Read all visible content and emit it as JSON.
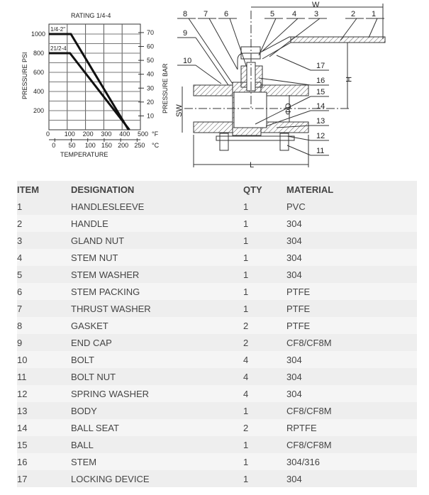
{
  "chart_data": {
    "type": "line",
    "title": "RATING 1/4-4",
    "xlabel": "TEMPERATURE",
    "ylabel": "PRESSURE PSI",
    "y2label": "PRESSURE BAR",
    "xlim": [
      0,
      500
    ],
    "ylim": [
      0,
      1100
    ],
    "x_ticks": [
      "0",
      "100",
      "200",
      "300",
      "400",
      "500"
    ],
    "x_unit": "°F",
    "x2_ticks": [
      "0",
      "50",
      "100",
      "150",
      "200",
      "250"
    ],
    "x2_unit": "°C",
    "y_ticks": [
      "200",
      "400",
      "600",
      "800",
      "1000"
    ],
    "y2_ticks": [
      "10",
      "20",
      "30",
      "40",
      "50",
      "60",
      "70"
    ],
    "grid": true,
    "series": [
      {
        "name": "1/4-2\"",
        "x": [
          0,
          120,
          435
        ],
        "y": [
          1000,
          1000,
          0
        ]
      },
      {
        "name": "21/2-4",
        "x": [
          0,
          115,
          440
        ],
        "y": [
          800,
          800,
          0
        ]
      }
    ]
  },
  "diagram": {
    "callouts": [
      "1",
      "2",
      "3",
      "4",
      "5",
      "6",
      "7",
      "8",
      "9",
      "10",
      "11",
      "12",
      "13",
      "14",
      "15",
      "16",
      "17"
    ],
    "dimensions": {
      "w": "W",
      "h": "H",
      "l": "L",
      "sw": "SW",
      "d": "ΦD"
    }
  },
  "table": {
    "headers": [
      "ITEM",
      "DESIGNATION",
      "QTY",
      "MATERIAL"
    ],
    "rows": [
      [
        "1",
        "HANDLESLEEVE",
        "1",
        "PVC"
      ],
      [
        "2",
        "HANDLE",
        "1",
        "304"
      ],
      [
        "3",
        "GLAND NUT",
        "1",
        "304"
      ],
      [
        "4",
        "STEM NUT",
        "1",
        "304"
      ],
      [
        "5",
        "STEM WASHER",
        "1",
        "304"
      ],
      [
        "6",
        "STEM PACKING",
        "1",
        "PTFE"
      ],
      [
        "7",
        "THRUST WASHER",
        "1",
        "PTFE"
      ],
      [
        "8",
        "GASKET",
        "2",
        "PTFE"
      ],
      [
        "9",
        "END CAP",
        "2",
        "CF8/CF8M"
      ],
      [
        "10",
        "BOLT",
        "4",
        "304"
      ],
      [
        "11",
        "BOLT NUT",
        "4",
        "304"
      ],
      [
        "12",
        "SPRING WASHER",
        "4",
        "304"
      ],
      [
        "13",
        "BODY",
        "1",
        "CF8/CF8M"
      ],
      [
        "14",
        "BALL SEAT",
        "2",
        "RPTFE"
      ],
      [
        "15",
        "BALL",
        "1",
        "CF8/CF8M"
      ],
      [
        "16",
        "STEM",
        "1",
        "304/316"
      ],
      [
        "17",
        "LOCKING DEVICE",
        "1",
        "304"
      ]
    ]
  }
}
